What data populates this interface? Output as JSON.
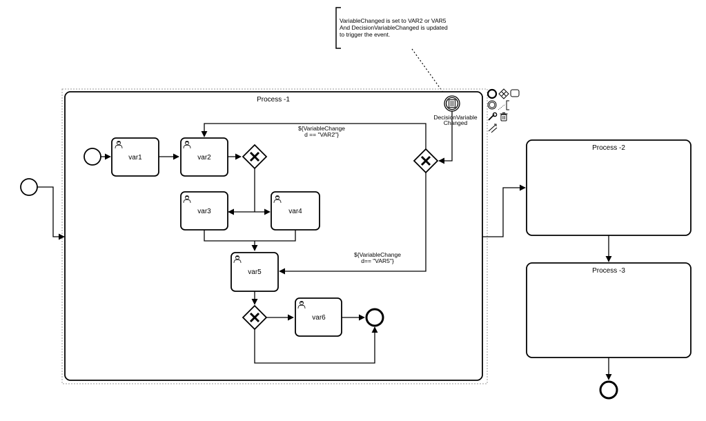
{
  "annotation": {
    "lines": [
      "VariableChanged is set to VAR2  or VAR5",
      "And DecisionVariableChanged is updated",
      "to trigger the event."
    ]
  },
  "subprocesses": {
    "p1": "Process -1",
    "p2": "Process -2",
    "p3": "Process -3"
  },
  "tasks": {
    "var1": "var1",
    "var2": "var2",
    "var3": "var3",
    "var4": "var4",
    "var5": "var5",
    "var6": "var6"
  },
  "event": {
    "name_line1": "DecisionVariable",
    "name_line2": "Changed"
  },
  "conditions": {
    "to_var2": [
      "${VariableChange",
      "d == \"VAR2\"}"
    ],
    "to_var5": [
      "${VariableChange",
      "d== \"VAR5\"}"
    ]
  },
  "context_pad": {
    "icons": [
      "end-event-icon",
      "gateway-icon",
      "task-icon",
      "intermediate-event-icon",
      "text-annotation-icon",
      "wrench-icon",
      "trash-icon",
      "connect-icon"
    ]
  }
}
